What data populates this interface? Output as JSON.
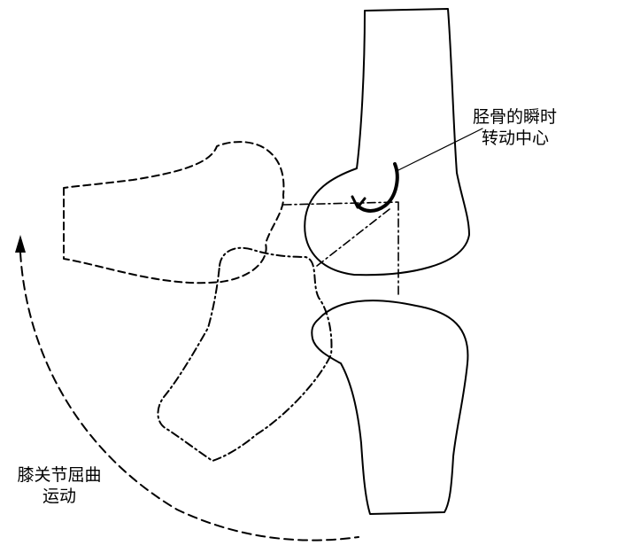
{
  "labels": {
    "tibia_center_line1": "胫骨的瞬时",
    "tibia_center_line2": "转动中心",
    "knee_flexion_line1": "膝关节屈曲",
    "knee_flexion_line2": "运动"
  },
  "colors": {
    "stroke": "#000000",
    "background": "#ffffff"
  }
}
